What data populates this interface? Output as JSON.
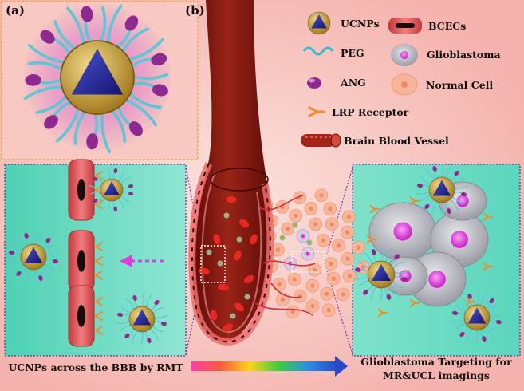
{
  "panel_labels": {
    "a": "(a)",
    "b": "(b)"
  },
  "legend": {
    "ucnps": "UCNPs",
    "peg": "PEG",
    "ang": "ANG",
    "lrp_receptor": "LRP Receptor",
    "brain_blood_vessel": "Brain Blood Vessel",
    "bcecs": "BCECs",
    "glioblastoma": "Glioblastoma",
    "normal_cell": "Normal Cell"
  },
  "captions": {
    "bottom_left": "UCNPs across the BBB by RMT",
    "bottom_right_line1": "Glioblastoma Targeting for",
    "bottom_right_line2": "MR&UCL imagings"
  },
  "colors": {
    "background": "#f7c3bd",
    "vessel": "#8b1a12",
    "cell_wall": "#e0595c",
    "peg": "#5fc7d4",
    "ang": "#8e2a8f",
    "core": "#26258f",
    "shell": "#c9a43a",
    "lrp": "#f28c28",
    "glioblastoma": "#c8c8cf",
    "nucleus": "#d43bd4",
    "normal_cell": "#f7b59a",
    "panel_fill": "#74dcc4"
  }
}
